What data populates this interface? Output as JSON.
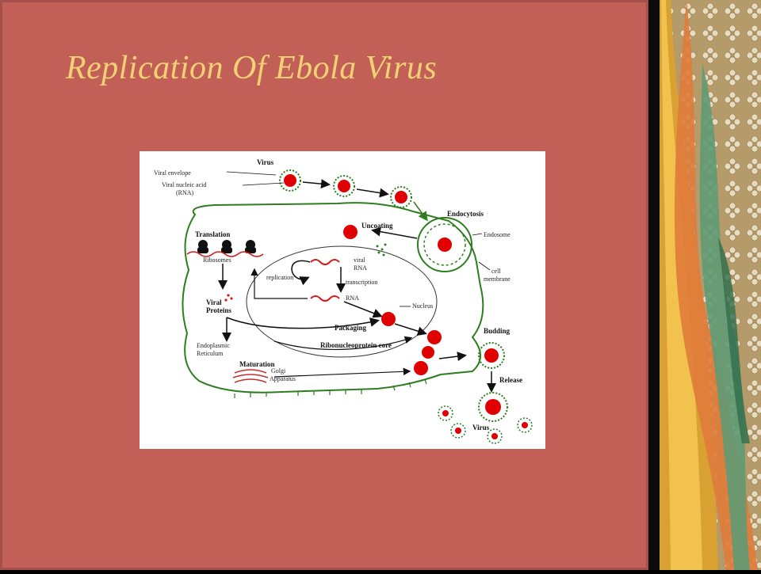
{
  "slide": {
    "title": "Replication Of Ebola Virus"
  },
  "diagram": {
    "labels": {
      "virus_top": "Virus",
      "viral_envelope": "Viral envelope",
      "viral_nucleic_acid": "Viral nucleic acid",
      "rna_paren": "(RNA)",
      "endocytosis": "Endocytosis",
      "uncoating": "Uncoating",
      "endosome": "Endosome",
      "cell": "cell",
      "membrane": "membrane",
      "translation": "Translation",
      "ribosomes": "Ribosomes",
      "viral": "viral",
      "rna_upper": "RNA",
      "replication": "replication",
      "transcription": "transcription",
      "rna_lower": "RNA",
      "nucleus": "Nucleus",
      "viral_proteins_1": "Viral",
      "viral_proteins_2": "Proteins",
      "packaging": "Packaging",
      "ribonucleoprotein_core": "Ribonucleoprotein core",
      "endoplasmic": "Endoplasmic",
      "reticulum": "Reticulum",
      "maturation": "Maturation",
      "golgi": "Golgi",
      "apparatus": "Apparatus",
      "budding": "Budding",
      "release": "Release",
      "virus_bottom": "Virus"
    },
    "colors": {
      "membrane": "#2e7d1f",
      "virion_core": "#e00000",
      "rna": "#d81818"
    }
  },
  "theme": {
    "background": "#c25f57",
    "title_color": "#f2d074"
  }
}
